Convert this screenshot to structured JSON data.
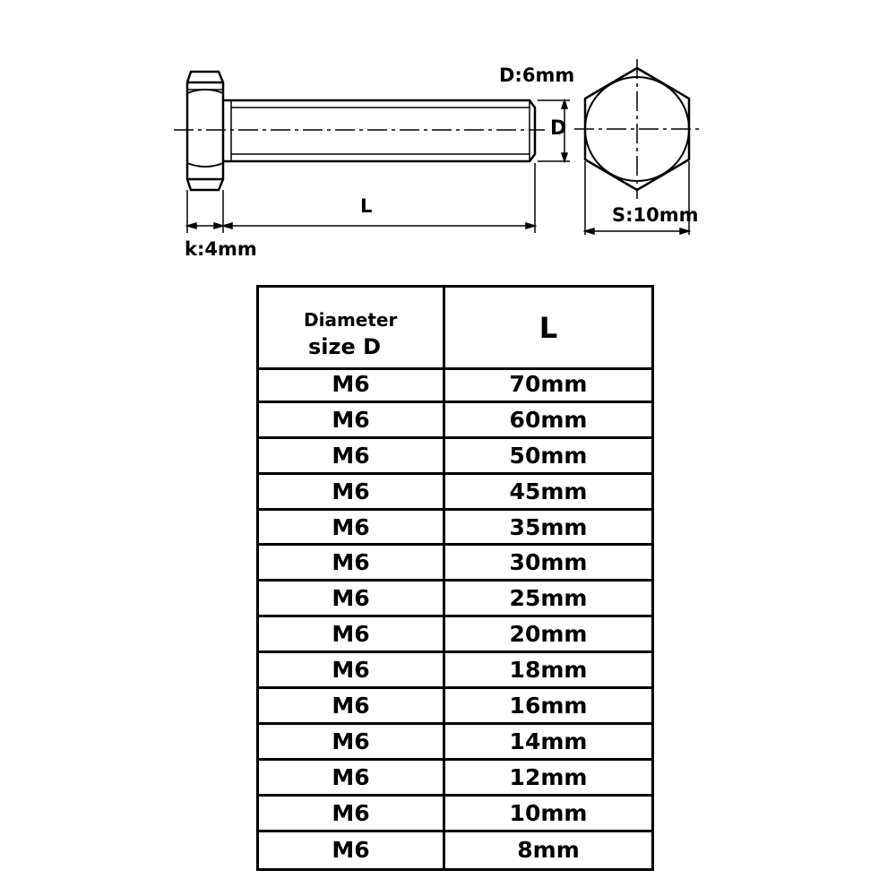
{
  "drawing": {
    "diameter_label": "D:6mm",
    "d_symbol": "D",
    "length_symbol": "L",
    "head_height_label": "k:4mm",
    "across_flats_label": "S:10mm"
  },
  "table": {
    "header_diameter_line1": "Diameter",
    "header_diameter_line2": "size D",
    "header_length": "L",
    "rows": [
      {
        "size": "M6",
        "length": "70mm"
      },
      {
        "size": "M6",
        "length": "60mm"
      },
      {
        "size": "M6",
        "length": "50mm"
      },
      {
        "size": "M6",
        "length": "45mm"
      },
      {
        "size": "M6",
        "length": "35mm"
      },
      {
        "size": "M6",
        "length": "30mm"
      },
      {
        "size": "M6",
        "length": "25mm"
      },
      {
        "size": "M6",
        "length": "20mm"
      },
      {
        "size": "M6",
        "length": "18mm"
      },
      {
        "size": "M6",
        "length": "16mm"
      },
      {
        "size": "M6",
        "length": "14mm"
      },
      {
        "size": "M6",
        "length": "12mm"
      },
      {
        "size": "M6",
        "length": "10mm"
      },
      {
        "size": "M6",
        "length": "8mm"
      }
    ]
  }
}
